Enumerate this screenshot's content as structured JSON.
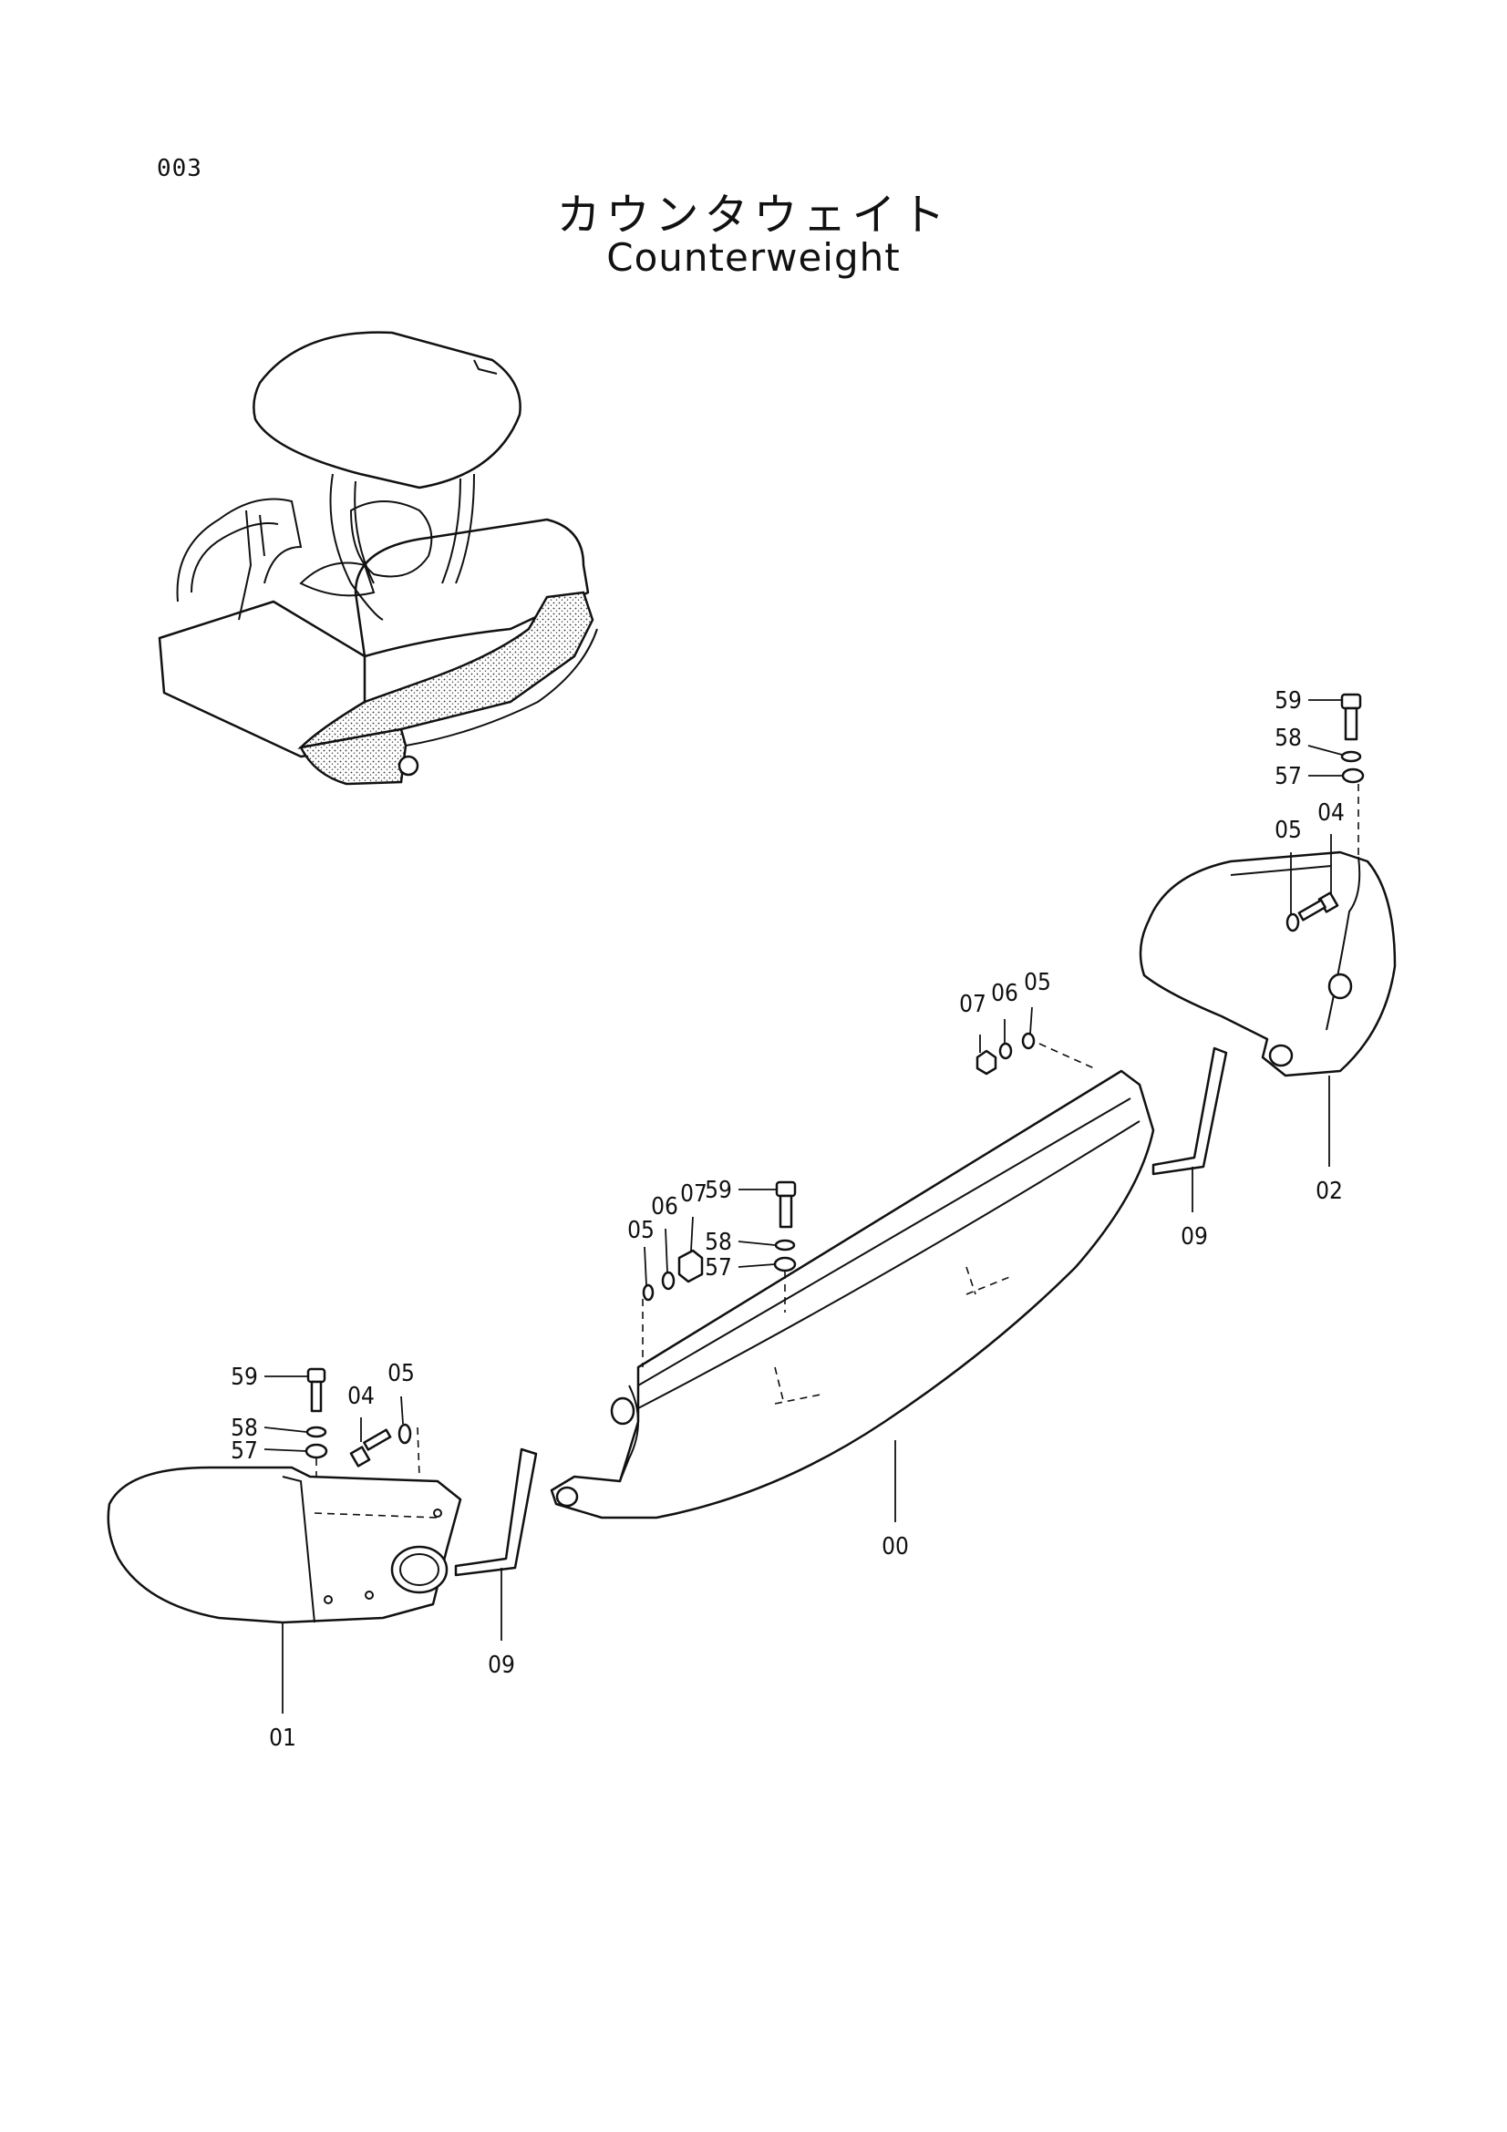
{
  "header": {
    "page_number": "003",
    "title_jp": "カウンタウェイト",
    "title_en": "Counterweight"
  },
  "callouts": {
    "c00": "00",
    "c01": "01",
    "c02": "02",
    "c04a": "04",
    "c05a": "05",
    "c57a": "57",
    "c58a": "58",
    "c59a": "59",
    "c09a": "09",
    "c05b": "05",
    "c06b": "06",
    "c07b": "07",
    "c59b": "59",
    "c58b": "58",
    "c57b": "57",
    "c07c": "07",
    "c06c": "06",
    "c05c": "05",
    "c09b": "09",
    "c59c": "59",
    "c58c": "58",
    "c57c": "57",
    "c05d": "05",
    "c04d": "04"
  }
}
